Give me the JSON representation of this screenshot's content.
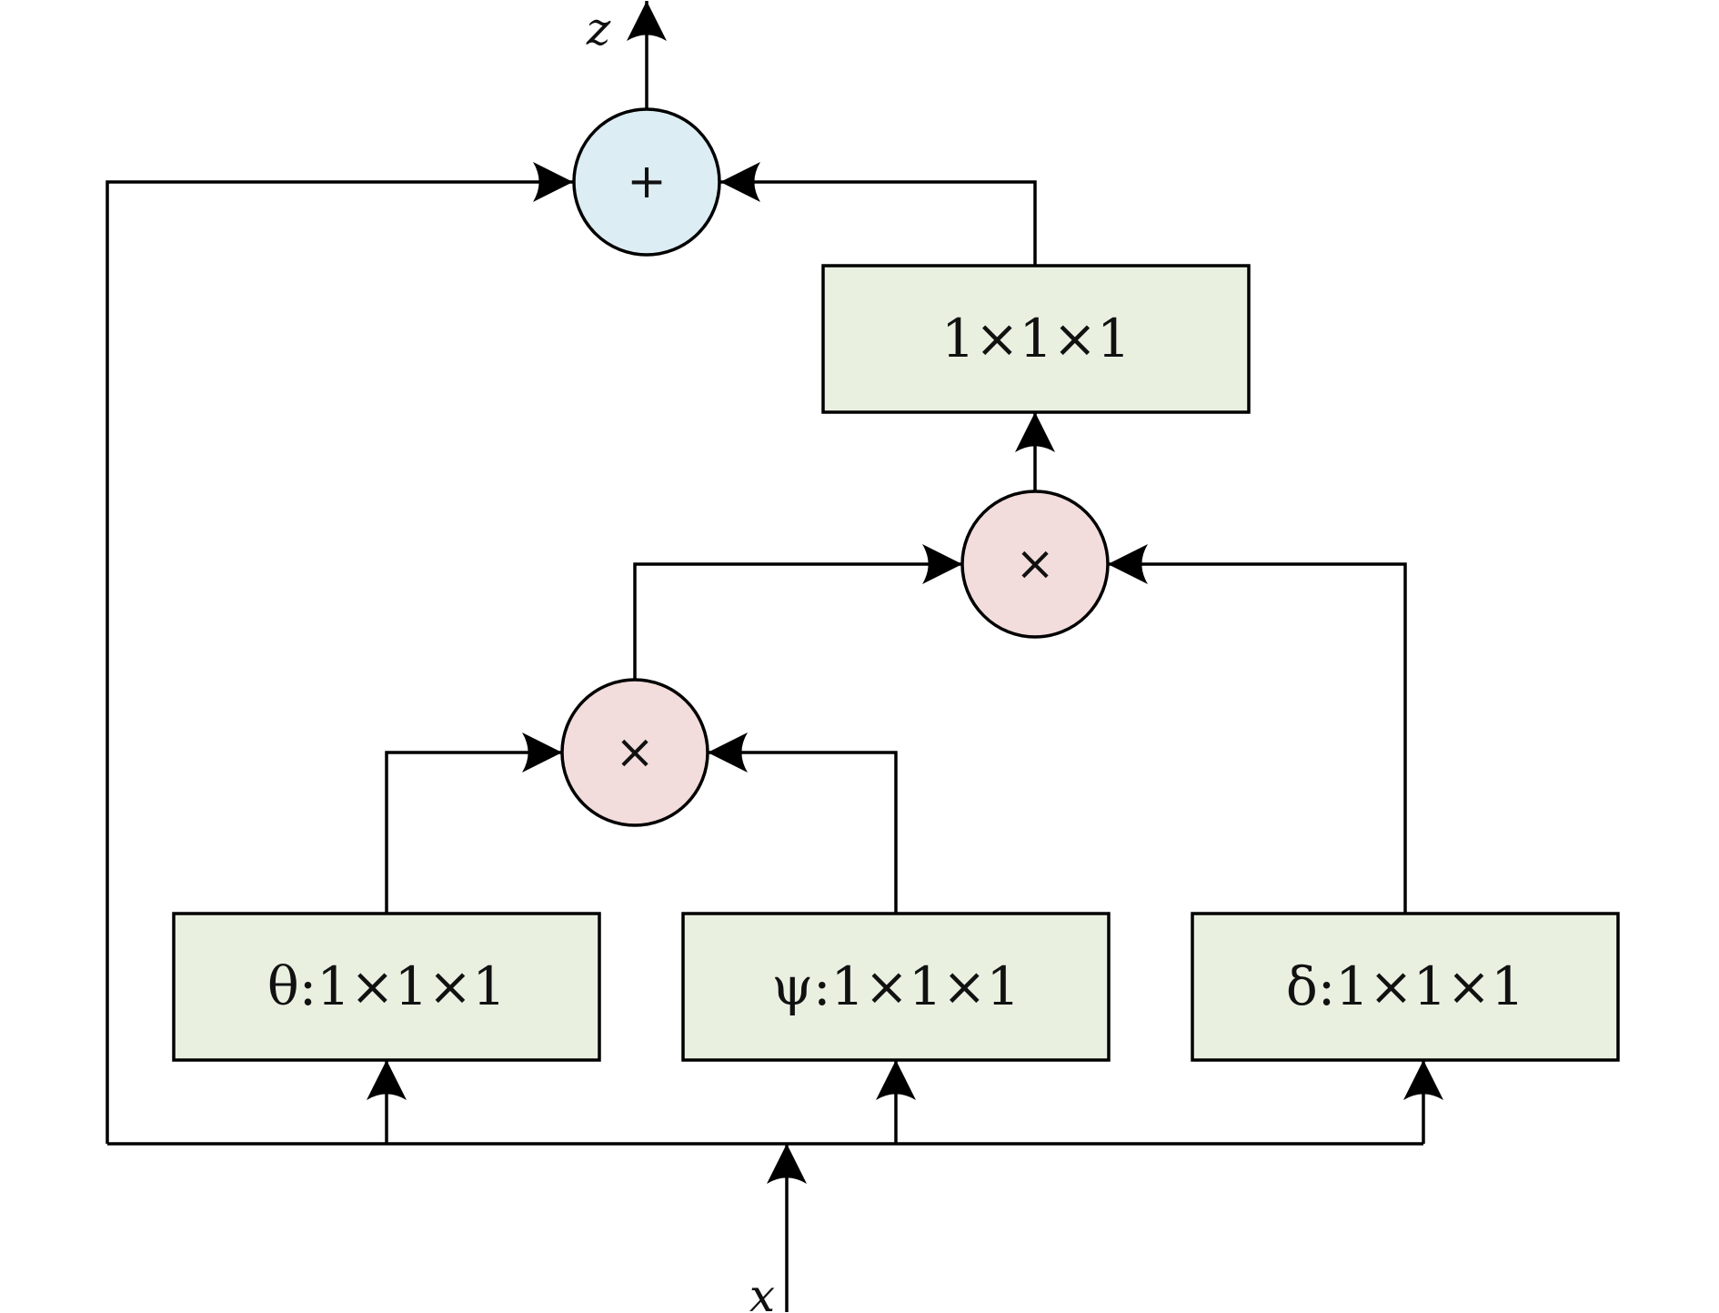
{
  "diagram": {
    "colors": {
      "box_fill": "#e9f0e0",
      "sum_fill": "#dcedf3",
      "product_fill": "#f2dcdc",
      "stroke": "#000000"
    },
    "input_label": "x",
    "output_label": "z",
    "boxes": {
      "theta": "θ:1×1×1",
      "psi": "ψ:1×1×1",
      "delta": "δ:1×1×1",
      "output_conv": "1×1×1"
    },
    "operators": {
      "sum": "+",
      "product_lower": "×",
      "product_upper": "×"
    },
    "edges": [
      {
        "from": "x",
        "to": "θ:1×1×1"
      },
      {
        "from": "x",
        "to": "ψ:1×1×1"
      },
      {
        "from": "x",
        "to": "δ:1×1×1"
      },
      {
        "from": "x",
        "to": "+"
      },
      {
        "from": "θ:1×1×1",
        "to": "× (lower)"
      },
      {
        "from": "ψ:1×1×1",
        "to": "× (lower)"
      },
      {
        "from": "× (lower)",
        "to": "× (upper)"
      },
      {
        "from": "δ:1×1×1",
        "to": "× (upper)"
      },
      {
        "from": "× (upper)",
        "to": "1×1×1"
      },
      {
        "from": "1×1×1",
        "to": "+"
      },
      {
        "from": "+",
        "to": "z"
      }
    ]
  }
}
